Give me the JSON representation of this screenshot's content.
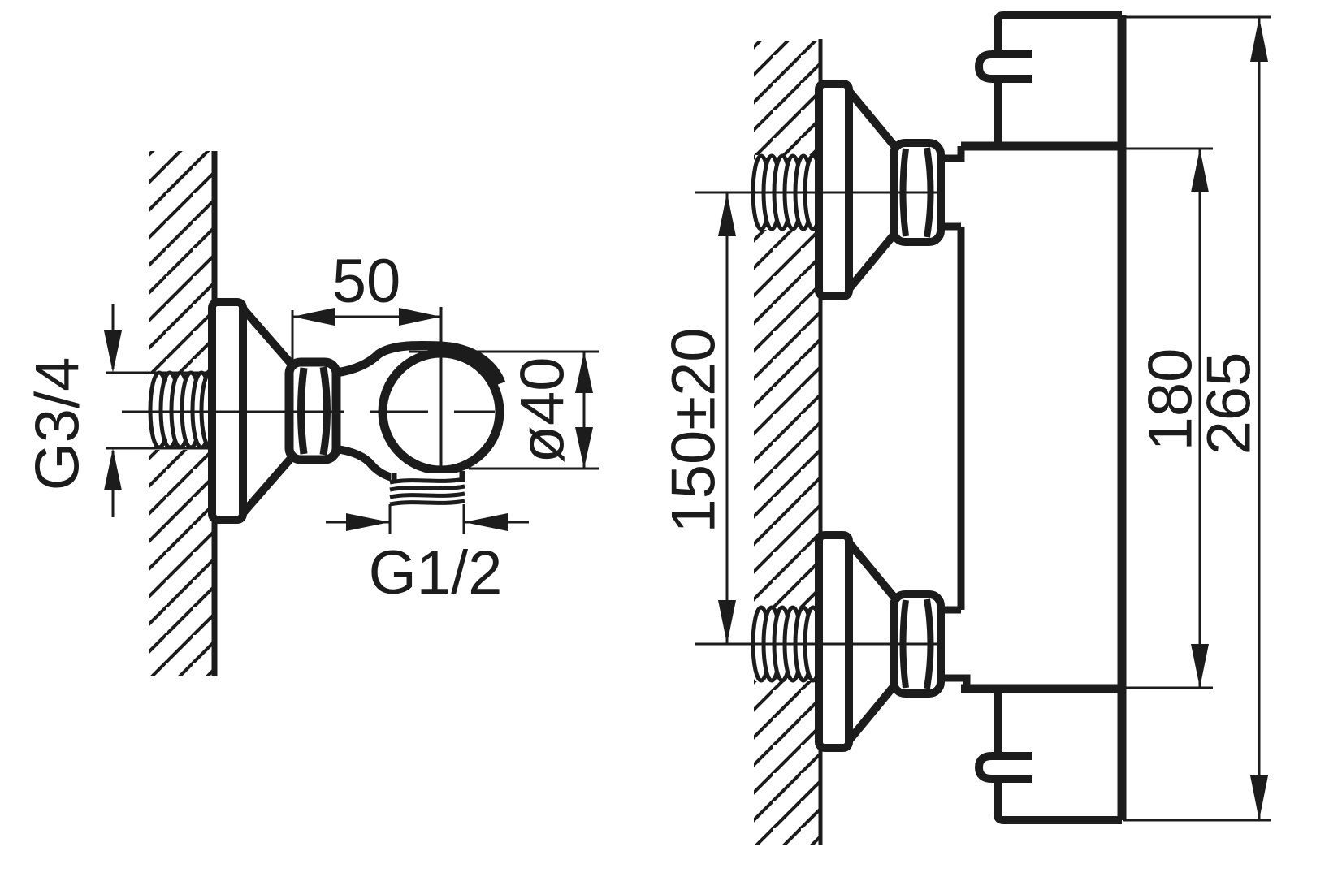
{
  "drawing": {
    "colors": {
      "ink": "#1c1c1c",
      "background": "#ffffff"
    },
    "side_view": {
      "offset_label": "50",
      "wall_thread_label": "G3/4",
      "ball_diameter_label": "ø40",
      "outlet_thread_label": "G1/2"
    },
    "front_view": {
      "connection_spacing_label": "150±20",
      "body_height_label": "180",
      "total_height_label": "265"
    }
  }
}
